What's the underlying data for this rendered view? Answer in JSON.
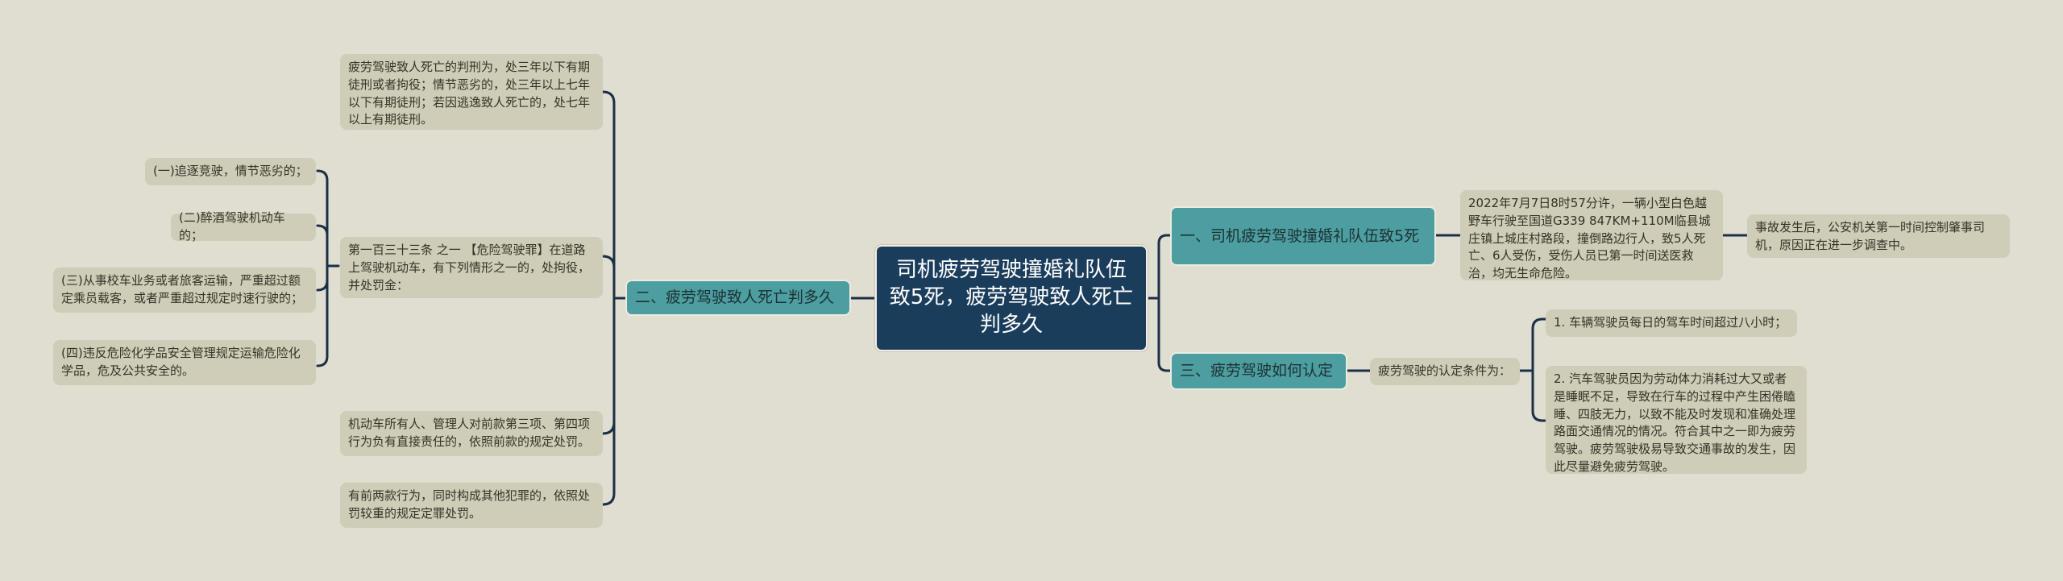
{
  "root": {
    "title": "司机疲劳驾驶撞婚礼队伍致5死，疲劳驾驶致人死亡判多久"
  },
  "branches": {
    "b1": {
      "label": "一、司机疲劳驾驶撞婚礼队伍致5死",
      "detail": "2022年7月7日8时57分许，一辆小型白色越野车行驶至国道G339 847KM+110M临县城庄镇上城庄村路段，撞倒路边行人，致5人死亡、6人受伤，受伤人员已第一时间送医救治，均无生命危险。",
      "followup": "事故发生后，公安机关第一时间控制肇事司机，原因正在进一步调查中。"
    },
    "b2": {
      "label": "二、疲劳驾驶致人死亡判多久",
      "items": [
        "疲劳驾驶致人死亡的判刑为，处三年以下有期徒刑或者拘役；情节恶劣的，处三年以上七年以下有期徒刑；若因逃逸致人死亡的，处七年以上有期徒刑。",
        "第一百三十三条 之一 【危险驾驶罪】在道路上驾驶机动车，有下列情形之一的，处拘役，并处罚金：",
        "机动车所有人、管理人对前款第三项、第四项行为负有直接责任的，依照前款的规定处罚。",
        "有前两款行为，同时构成其他犯罪的，依照处罚较重的规定定罪处罚。"
      ],
      "sub_items": [
        "(一)追逐竞驶，情节恶劣的；",
        "(二)醉酒驾驶机动车的；",
        "(三)从事校车业务或者旅客运输，严重超过额定乘员载客，或者严重超过规定时速行驶的；",
        "(四)违反危险化学品安全管理规定运输危险化学品，危及公共安全的。"
      ]
    },
    "b3": {
      "label": "三、疲劳驾驶如何认定",
      "intro": "疲劳驾驶的认定条件为：",
      "conditions": [
        "1. 车辆驾驶员每日的驾车时间超过八小时；",
        "2. 汽车驾驶员因为劳动体力消耗过大又或者是睡眠不足，导致在行车的过程中产生困倦瞌睡、四肢无力，以致不能及时发现和准确处理路面交通情况的情况。符合其中之一即为疲劳驾驶。疲劳驾驶极易导致交通事故的发生，因此尽量避免疲劳驾驶。"
      ]
    }
  },
  "colors": {
    "background": "#e0ded0",
    "root": "#1b3d5c",
    "branch": "#4c9ea0",
    "leaf": "#cfcdb8",
    "line": "#1b2f47"
  }
}
